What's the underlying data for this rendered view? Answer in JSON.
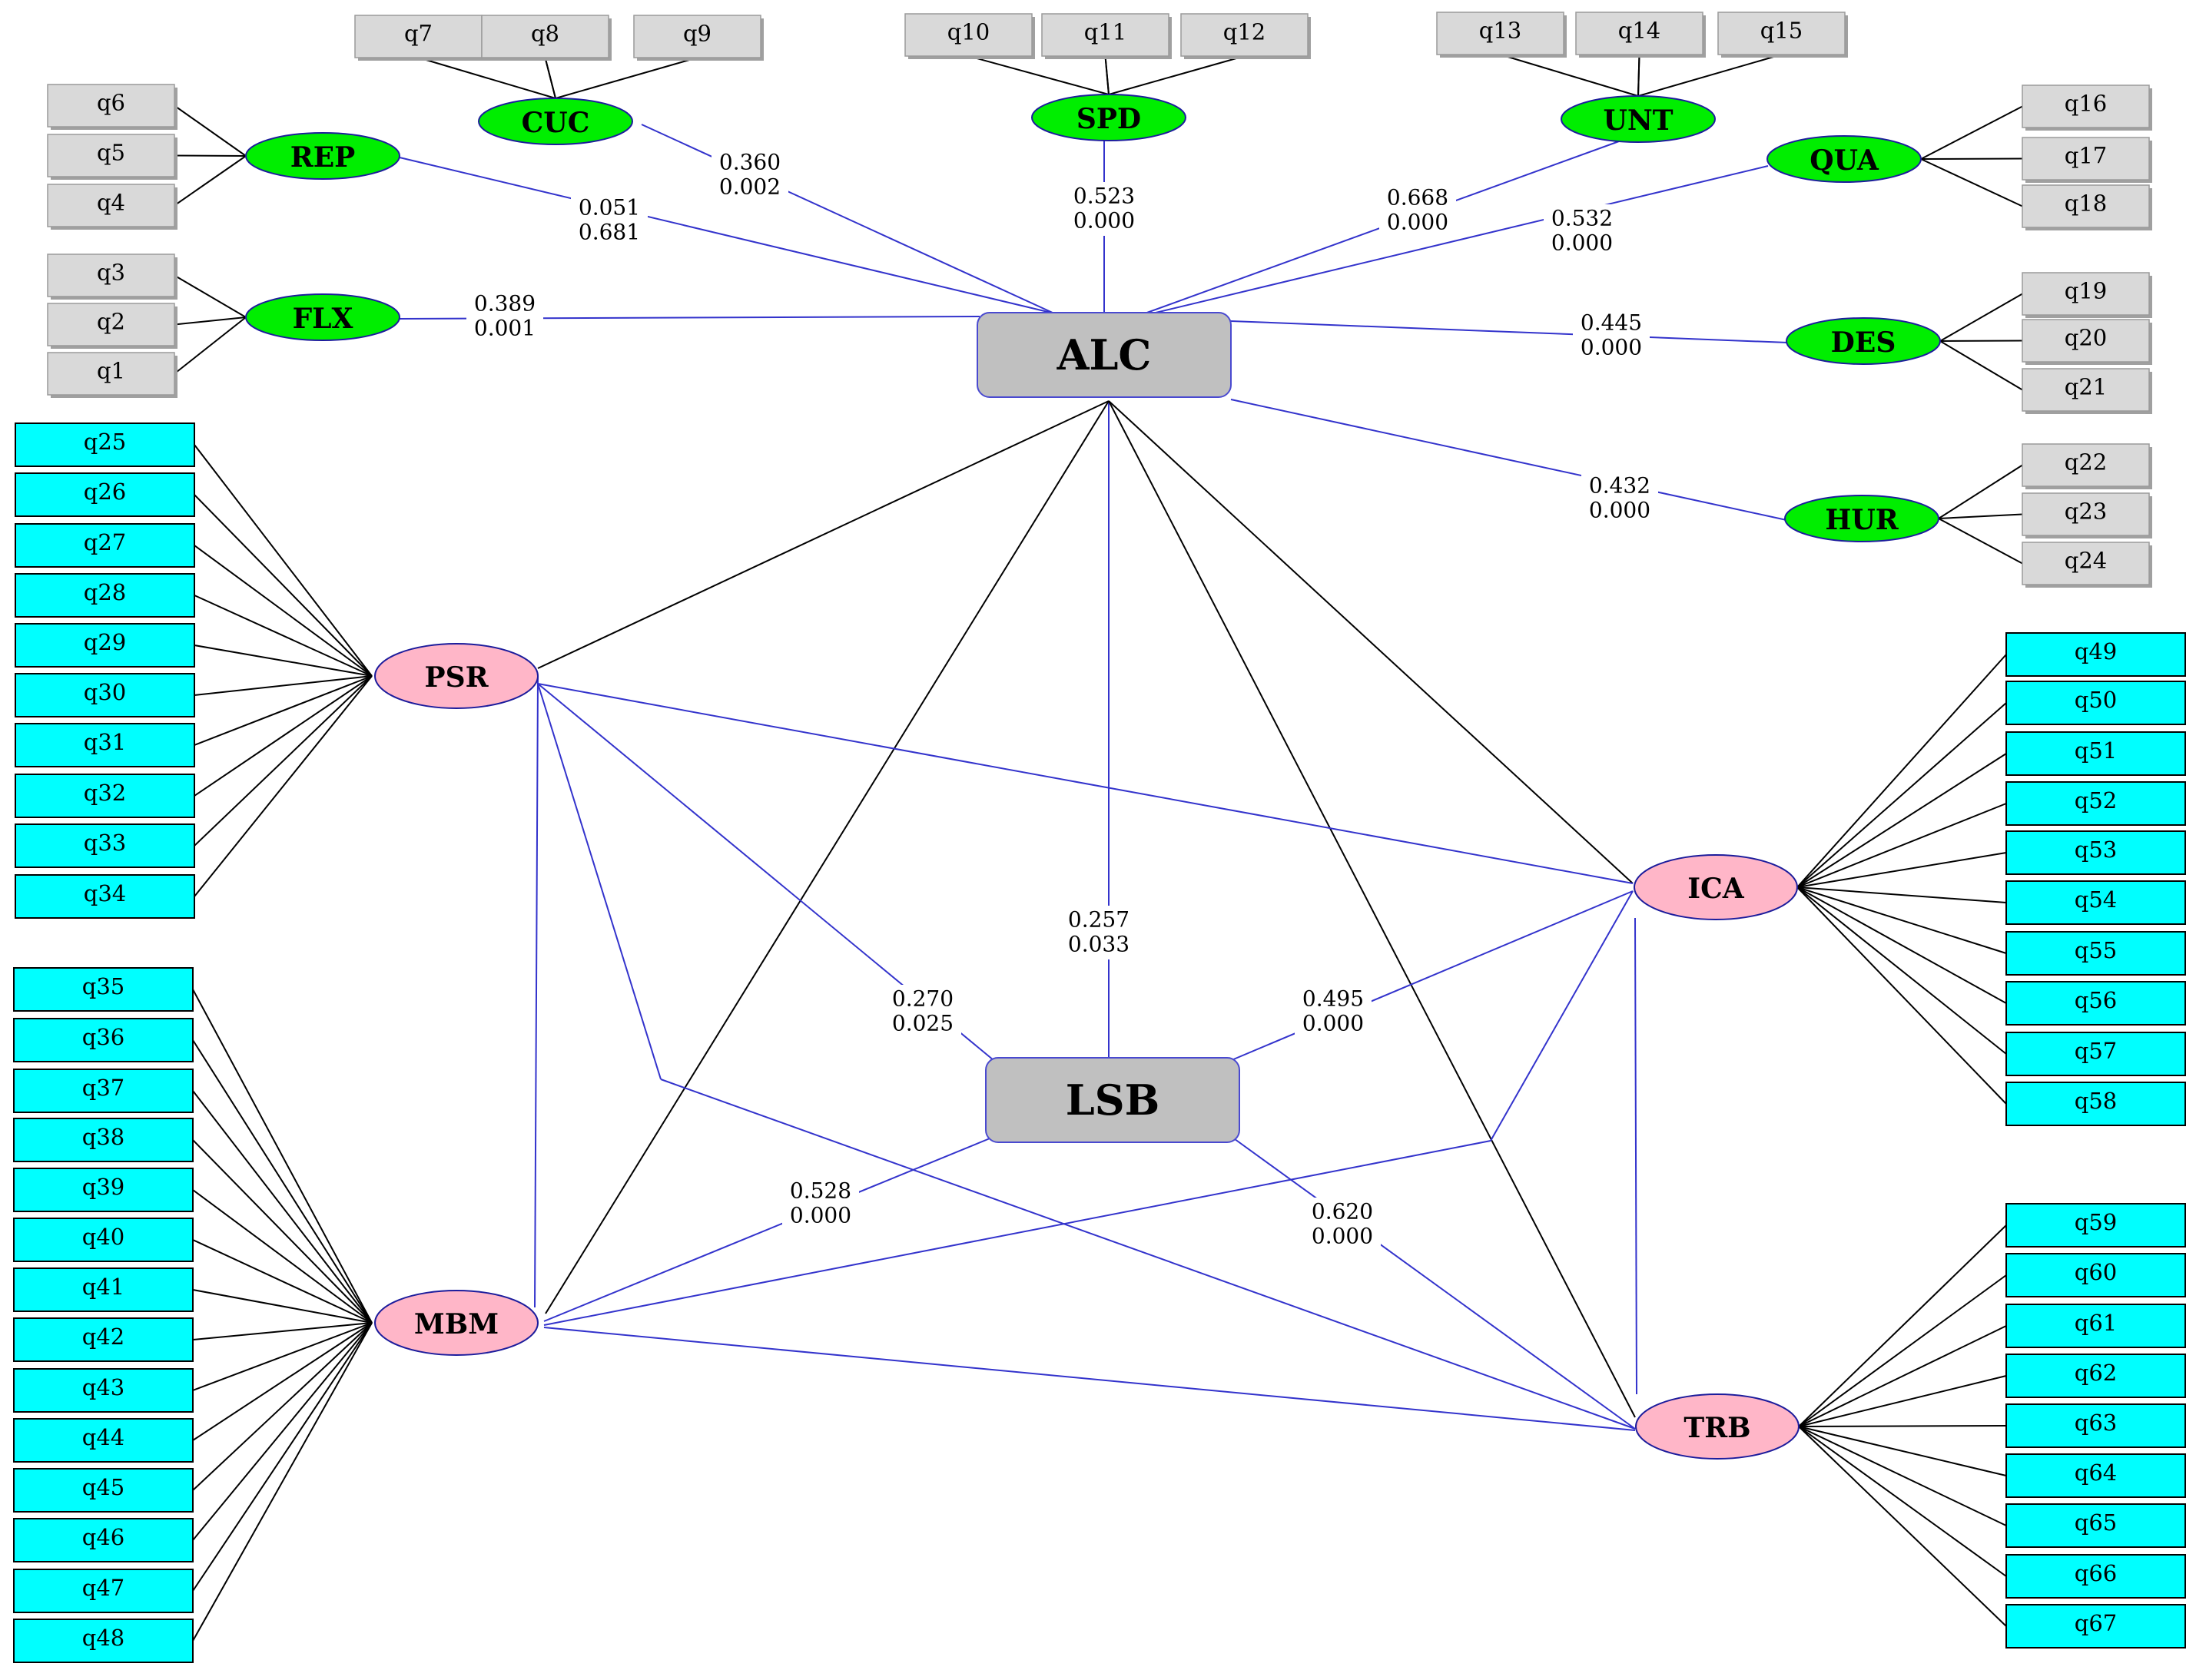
{
  "constructs": {
    "ALC": "ALC",
    "LSB": "LSB",
    "REP": "REP",
    "CUC": "CUC",
    "SPD": "SPD",
    "UNT": "UNT",
    "QUA": "QUA",
    "FLX": "FLX",
    "DES": "DES",
    "HUR": "HUR",
    "PSR": "PSR",
    "MBM": "MBM",
    "ICA": "ICA",
    "TRB": "TRB"
  },
  "indicators": {
    "REP": [
      "q6",
      "q5",
      "q4"
    ],
    "CUC": [
      "q7",
      "q8",
      "q9"
    ],
    "SPD": [
      "q10",
      "q11",
      "q12"
    ],
    "UNT": [
      "q13",
      "q14",
      "q15"
    ],
    "QUA": [
      "q16",
      "q17",
      "q18"
    ],
    "FLX": [
      "q3",
      "q2",
      "q1"
    ],
    "DES": [
      "q19",
      "q20",
      "q21"
    ],
    "HUR": [
      "q22",
      "q23",
      "q24"
    ],
    "PSR": [
      "q25",
      "q26",
      "q27",
      "q28",
      "q29",
      "q30",
      "q31",
      "q32",
      "q33",
      "q34"
    ],
    "MBM": [
      "q35",
      "q36",
      "q37",
      "q38",
      "q39",
      "q40",
      "q41",
      "q42",
      "q43",
      "q44",
      "q45",
      "q46",
      "q47",
      "q48"
    ],
    "ICA": [
      "q49",
      "q50",
      "q51",
      "q52",
      "q53",
      "q54",
      "q55",
      "q56",
      "q57",
      "q58"
    ],
    "TRB": [
      "q59",
      "q60",
      "q61",
      "q62",
      "q63",
      "q64",
      "q65",
      "q66",
      "q67"
    ]
  },
  "paths": [
    {
      "from": "REP",
      "to": "ALC",
      "coef": "0.051",
      "p": "0.681"
    },
    {
      "from": "CUC",
      "to": "ALC",
      "coef": "0.360",
      "p": "0.002"
    },
    {
      "from": "SPD",
      "to": "ALC",
      "coef": "0.523",
      "p": "0.000"
    },
    {
      "from": "UNT",
      "to": "ALC",
      "coef": "0.668",
      "p": "0.000"
    },
    {
      "from": "QUA",
      "to": "ALC",
      "coef": "0.532",
      "p": "0.000"
    },
    {
      "from": "FLX",
      "to": "ALC",
      "coef": "0.389",
      "p": "0.001"
    },
    {
      "from": "DES",
      "to": "ALC",
      "coef": "0.445",
      "p": "0.000"
    },
    {
      "from": "HUR",
      "to": "ALC",
      "coef": "0.432",
      "p": "0.000"
    },
    {
      "from": "ALC",
      "to": "LSB",
      "coef": "0.257",
      "p": "0.033"
    },
    {
      "from": "PSR",
      "to": "LSB",
      "coef": "0.270",
      "p": "0.025"
    },
    {
      "from": "ICA",
      "to": "LSB",
      "coef": "0.495",
      "p": "0.000"
    },
    {
      "from": "MBM",
      "to": "LSB",
      "coef": "0.528",
      "p": "0.000"
    },
    {
      "from": "TRB",
      "to": "LSB",
      "coef": "0.620",
      "p": "0.000"
    }
  ],
  "colors": {
    "formative_construct": "#00ee00",
    "reflective_construct": "#ffb6c8",
    "second_order_box": "#c0c0c0",
    "indicator_gray": "#d9d9d9",
    "indicator_cyan": "#00ffff",
    "structural_path": "#3333cc",
    "loading_line": "#000000"
  }
}
